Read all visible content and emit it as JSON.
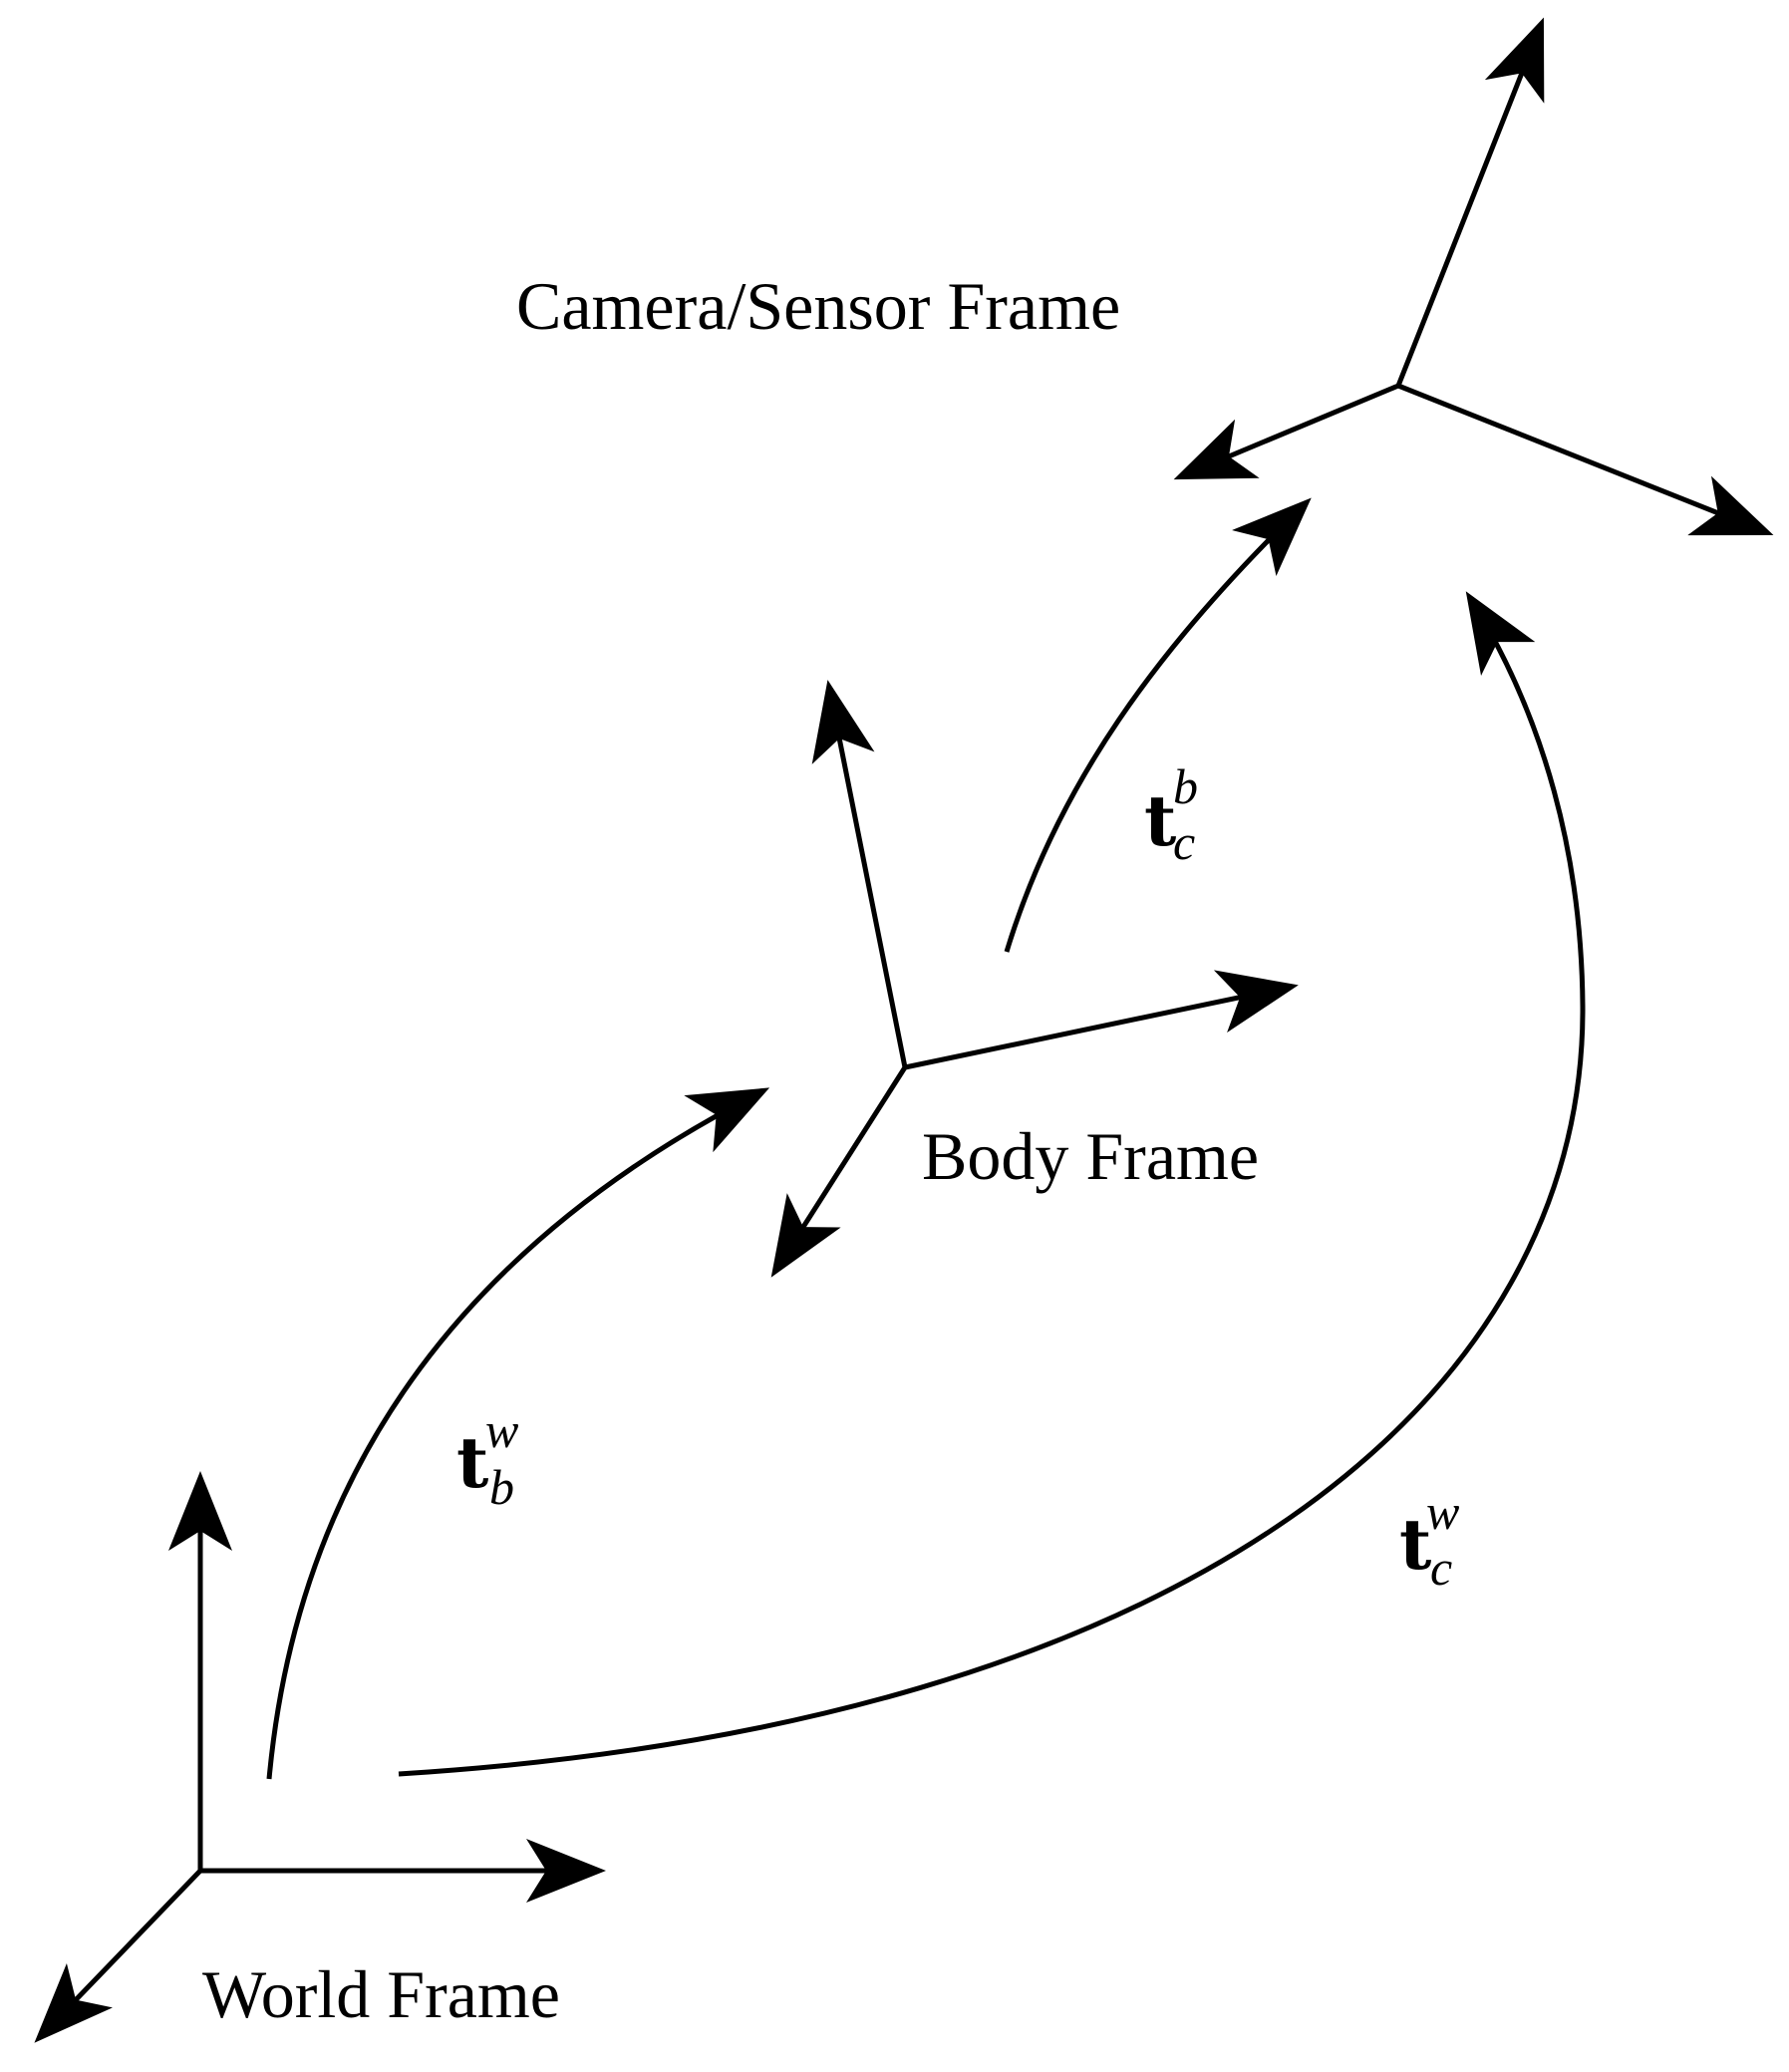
{
  "frames": {
    "world": "World Frame",
    "body": "Body Frame",
    "camera": "Camera/Sensor Frame"
  },
  "transforms": {
    "world_to_body": {
      "symbol": "t",
      "sub": "b",
      "sup": "w"
    },
    "body_to_camera": {
      "symbol": "t",
      "sub": "c",
      "sup": "b"
    },
    "world_to_camera": {
      "symbol": "t",
      "sub": "c",
      "sup": "w"
    }
  },
  "colors": {
    "ink": "#000000",
    "background": "#ffffff"
  }
}
